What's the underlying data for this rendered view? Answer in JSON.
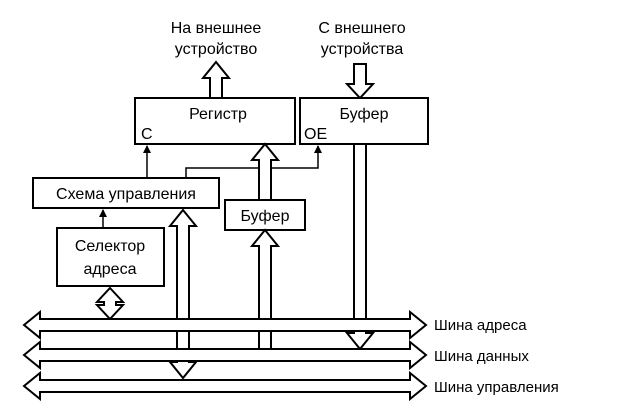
{
  "labels": {
    "to_external_line1": "На внешнее",
    "to_external_line2": "устройство",
    "from_external_line1": "С внешнего",
    "from_external_line2": "устройства"
  },
  "blocks": {
    "register": {
      "title": "Регистр",
      "port": "C"
    },
    "input_buffer": {
      "title": "Буфер",
      "port": "OE"
    },
    "control": {
      "title": "Схема управления"
    },
    "output_buffer": {
      "title": "Буфер"
    },
    "selector": {
      "line1": "Селектор",
      "line2": "адреса"
    }
  },
  "buses": {
    "address": "Шина адреса",
    "data": "Шина данных",
    "control": "Шина управления"
  }
}
